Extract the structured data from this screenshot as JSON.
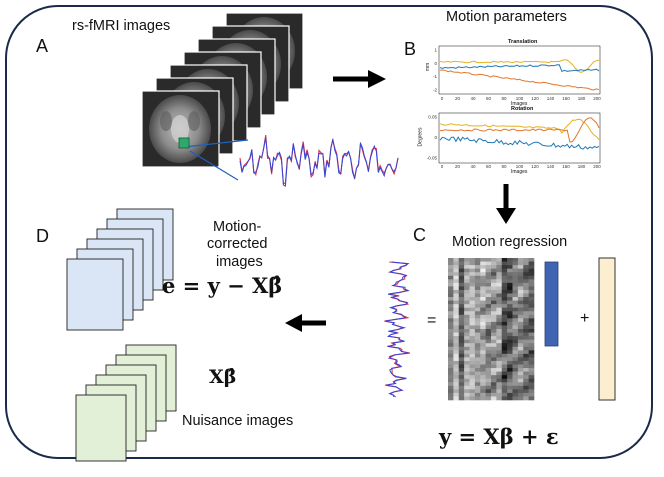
{
  "panels": {
    "a": {
      "letter": "A",
      "title": "rs-fMRI images"
    },
    "b": {
      "letter": "B",
      "title": "Motion parameters",
      "plot1": {
        "title": "Translation",
        "ylabel": "mm",
        "xlabel": "Images",
        "yticks": [
          "1",
          "0",
          "-1",
          "-2"
        ],
        "xticks": [
          "0",
          "20",
          "40",
          "60",
          "80",
          "100",
          "120",
          "140",
          "160",
          "180",
          "200"
        ]
      },
      "plot2": {
        "title": "Rotation",
        "ylabel": "Degrees",
        "xlabel": "Images",
        "yticks": [
          "0.05",
          "0",
          "-0.05"
        ],
        "xticks": [
          "0",
          "20",
          "40",
          "60",
          "80",
          "100",
          "120",
          "140",
          "160",
          "180",
          "200"
        ]
      }
    },
    "c": {
      "letter": "C",
      "title": "Motion regression",
      "equals": "=",
      "plus": "+",
      "equation": "y = Xβ + ε"
    },
    "d": {
      "letter": "D",
      "corrected_line1": "Motion-",
      "corrected_line2": "corrected",
      "corrected_line3": "images",
      "equation": "e = y − Xβ̂",
      "fitted": "Xβ̂",
      "nuisance": "Nuisance images"
    }
  },
  "colors": {
    "frame": "#1b2a48",
    "arrow": "#000000",
    "corrected_sheet": "#dae6f5",
    "nuisance_sheet": "#e3f0d8",
    "beta_bar": "#3f65b2",
    "epsilon_bar": "#fcefcf",
    "signal_blue": "#3347d6",
    "signal_red": "#e0304a",
    "trans_blue": "#1f77b4",
    "trans_orange": "#e2762d",
    "trans_yellow": "#e7b01c",
    "roi_green": "#2ea96a"
  }
}
